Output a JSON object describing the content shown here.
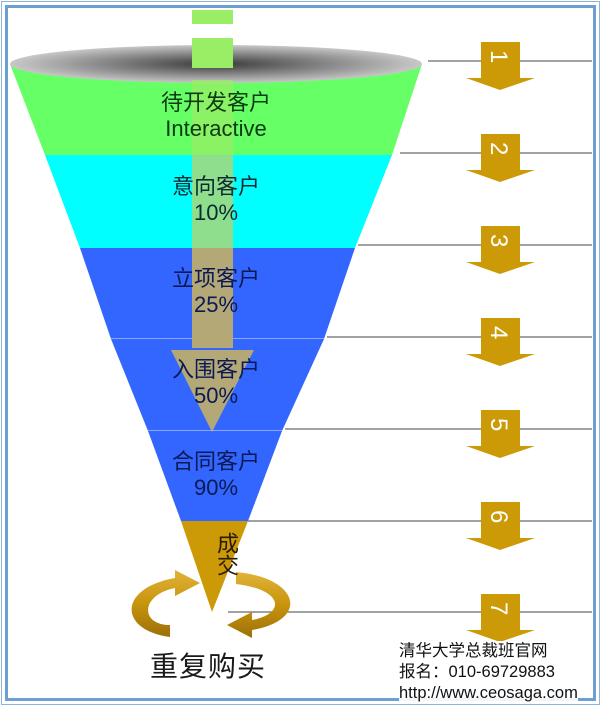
{
  "diagram": {
    "title": "",
    "stages": [
      {
        "name": "待开发客户",
        "value": "Interactive",
        "color": "#66ff66"
      },
      {
        "name": "意向客户",
        "value": "10%",
        "color": "#00ffff"
      },
      {
        "name": "立项客户",
        "value": "25%",
        "color": "#3366ff"
      },
      {
        "name": "入围客户",
        "value": "50%",
        "color": "#3366ff"
      },
      {
        "name": "合同客户",
        "value": "90%",
        "color": "#3366ff"
      },
      {
        "name": "成交",
        "value": "",
        "color": "#cc9900"
      }
    ],
    "steps": [
      "1",
      "2",
      "3",
      "4",
      "5",
      "6",
      "7"
    ],
    "repeat_label": "重复购买",
    "colors": {
      "gold": "#cc9a06",
      "frame_blue": "#6d9fd2",
      "divider_gray": "#6a6a6a"
    }
  },
  "watermark": {
    "line1": "清华大学总裁班官网",
    "line2": "报名：010-69729883",
    "line3": "http://www.ceosaga.com"
  }
}
